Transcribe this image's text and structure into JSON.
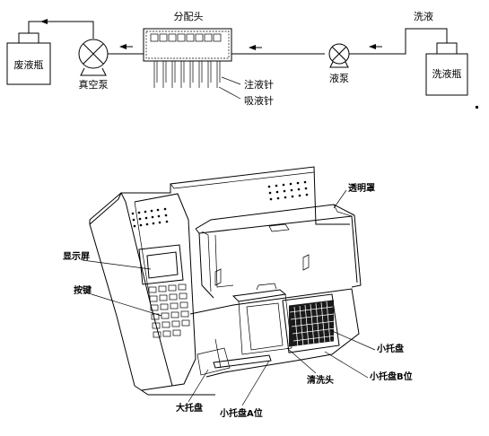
{
  "flow_diagram": {
    "waste_bottle": "废液瓶",
    "vacuum_pump": "真空泵",
    "manifold": "分配头",
    "dispense_needle": "注液针",
    "aspirate_needle": "吸液针",
    "liquid_pump": "液泵",
    "wash_label": "洗液",
    "wash_bottle": "洗液瓶"
  },
  "instrument": {
    "transparent_cover": "透明罩",
    "display": "显示屏",
    "keys": "按键",
    "small_tray": "小托盘",
    "small_tray_b": "小托盘B位",
    "wash_head": "清洗头",
    "large_tray": "大托盘",
    "small_tray_a": "小托盘A位"
  }
}
